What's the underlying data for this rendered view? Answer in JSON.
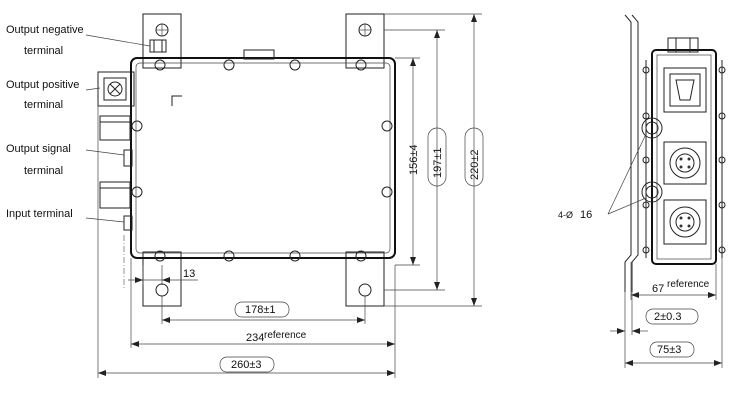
{
  "labels": {
    "output_negative_line1": "Output negative",
    "output_negative_line2": "terminal",
    "output_positive_line1": "Output positive",
    "output_positive_line2": "terminal",
    "output_signal_line1": "Output signal",
    "output_signal_line2": "terminal",
    "input_terminal": "Input terminal"
  },
  "dimensions": {
    "d156": "156±4",
    "d197": "197±1",
    "d220": "220±2",
    "d13": "13",
    "d178": "178±1",
    "d234_value": "234",
    "d234_ref": "reference",
    "d260": "260±3",
    "d67_value": "67",
    "d67_ref": "reference",
    "d2": "2±0.3",
    "d75": "75±3",
    "hole_prefix": "4-Ø",
    "hole_value": "16"
  }
}
